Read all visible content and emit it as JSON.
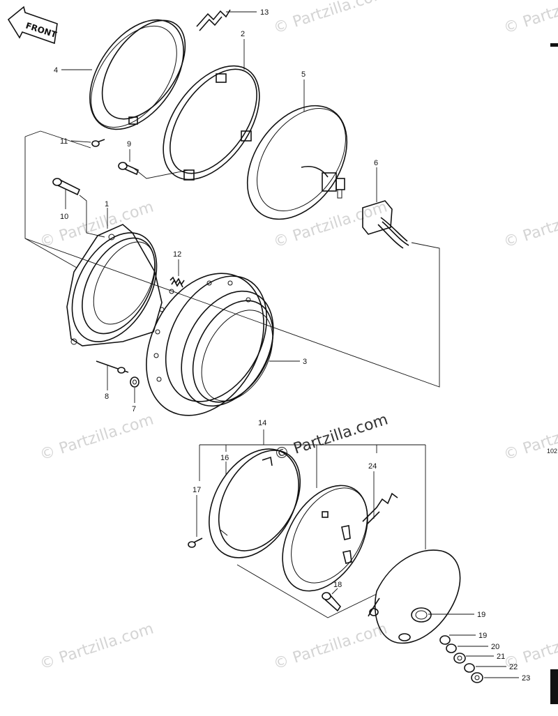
{
  "front_label": "FRONT",
  "side_code": "102",
  "watermark": "© Partzilla.com",
  "callouts": [
    "1",
    "2",
    "3",
    "4",
    "5",
    "6",
    "7",
    "8",
    "9",
    "10",
    "11",
    "12",
    "13",
    "14",
    "16",
    "17",
    "18",
    "19",
    "19",
    "20",
    "21",
    "22",
    "23",
    "24"
  ],
  "colors": {
    "line": "#111111",
    "watermark": "#d4d4d4",
    "background": "#ffffff"
  }
}
